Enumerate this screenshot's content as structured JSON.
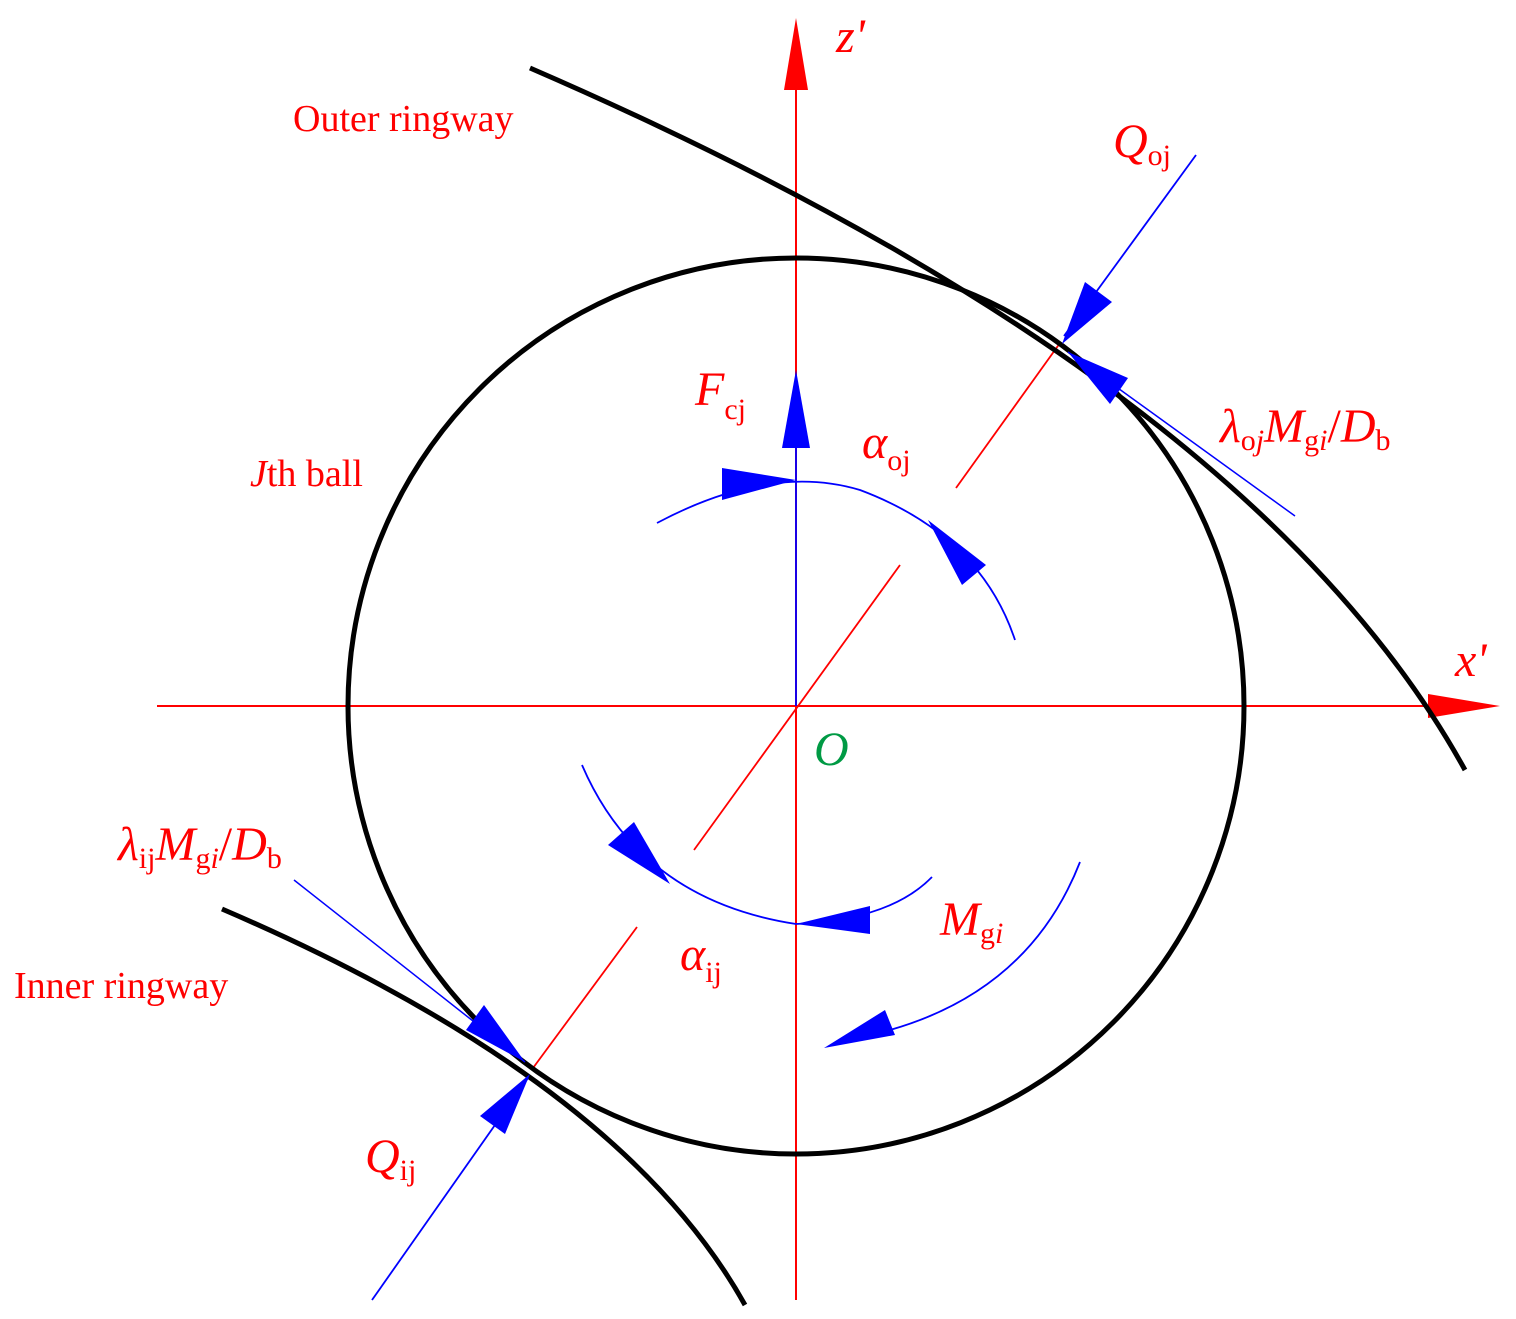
{
  "colors": {
    "axis": "#ff0000",
    "force": "#0000ff",
    "ring": "#000000",
    "label": "#ff0000",
    "origin": "#009a44"
  },
  "labels": {
    "z_axis": "z'",
    "x_axis": "x'",
    "origin": "O",
    "outer_ringway": "Outer ringway",
    "inner_ringway": "Inner ringway",
    "ball_prefix": "J",
    "ball_suffix": "th ball",
    "Q_oj": {
      "main": "Q",
      "sub": "oj"
    },
    "Q_ij": {
      "main": "Q",
      "sub": "ij"
    },
    "F_cj": {
      "main": "F",
      "sub": "cj"
    },
    "alpha_oj": {
      "main": "α",
      "sub": "oj"
    },
    "alpha_ij": {
      "main": "α",
      "sub": "ij"
    },
    "M_gi": {
      "main": "M",
      "sub_normal": "g",
      "sub_italic": "i"
    },
    "lambda_oj": {
      "lambda": "λ",
      "lambda_sub_normal": "o",
      "lambda_sub_italic": "j",
      "M": "M",
      "M_sub_normal": "g",
      "M_sub_italic": "i",
      "slash": "/",
      "D": "D",
      "D_sub": "b"
    },
    "lambda_ij": {
      "lambda": "λ",
      "lambda_sub": "ij",
      "M": "M",
      "M_sub_normal": "g",
      "M_sub_italic": "i",
      "slash": "/",
      "D": "D",
      "D_sub": "b"
    }
  }
}
